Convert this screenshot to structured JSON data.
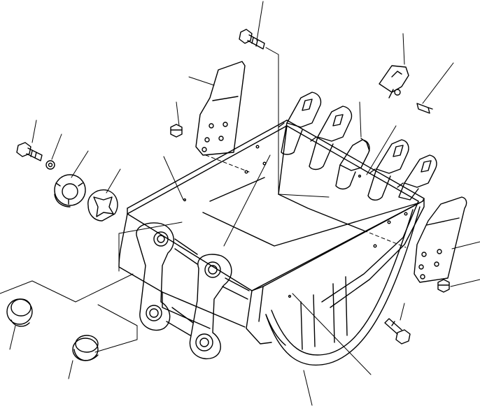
{
  "colors": {
    "ink": "#000000",
    "paper": "#ffffff"
  },
  "parts": [
    "bucket-body",
    "bucket-tooth",
    "tooth-adapter",
    "side-cutter-left",
    "side-cutter-right",
    "cutter-bolt",
    "cutter-nut",
    "tooth-pin-assembly",
    "pin-boss-bolt",
    "washer",
    "shim-ring",
    "lock-plate",
    "dust-seal",
    "pin-bushing",
    "bucket-link-bracket",
    "bottom-wear-strip"
  ]
}
